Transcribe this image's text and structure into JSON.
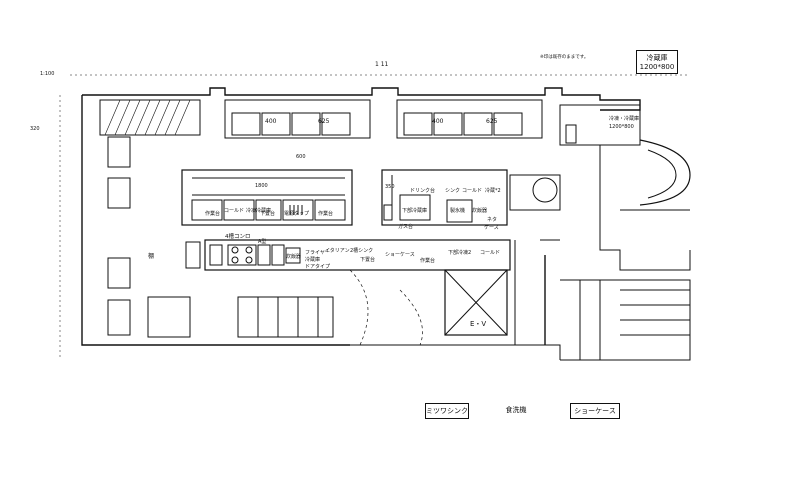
{
  "header": {
    "scale_note": "1:100",
    "top_tick": "1 11",
    "top_right_note": "※印は既存のままです。",
    "left_margin": "320"
  },
  "refrigerator_box": {
    "title": "冷蔵庫",
    "size": "1200*800"
  },
  "upper_counters": [
    {
      "w1": "400",
      "w2": "625"
    },
    {
      "w1": "400",
      "w2": "625"
    }
  ],
  "right_cooler": {
    "title": "冷凍・冷蔵庫",
    "size": "1200*800"
  },
  "center_island": {
    "dim": "600",
    "top_label": "1800",
    "label_1": "作業台",
    "label_2": "コールド",
    "label_3": "冷凍冷蔵庫",
    "label_4": "下置台",
    "label_5": "電源タップ",
    "label_6": "作業台"
  },
  "right_block": {
    "dim": "350",
    "label_1": "ドリンク台",
    "label_2": "シンク",
    "label_3": "コールド",
    "label_4": "冷蔵*2",
    "label_5": "下部冷蔵庫",
    "label_6": "製氷機",
    "label_7": "炊飯器",
    "label_8": "ガス台",
    "label_9": "ネタ",
    "label_10": "ケース"
  },
  "cooking_line": {
    "label_1": "4槽コンロ",
    "label_2": "炊飯器",
    "label_3": "フライヤー",
    "label_4": "冷蔵庫",
    "label_5": "2槽シンク",
    "label_6": "下置台",
    "label_7": "ショーケース",
    "label_8": "下部冷凍2",
    "label_9": "コールド",
    "label_10": "作業台",
    "label_11": "A型",
    "label_12": "イタリアン",
    "label_13": "ドアタイプ"
  },
  "elevator": "E・V",
  "left_label": "棚",
  "legend": {
    "sink": "ミツワシンク",
    "washer": "食洗機",
    "showcase": "ショーケース"
  }
}
